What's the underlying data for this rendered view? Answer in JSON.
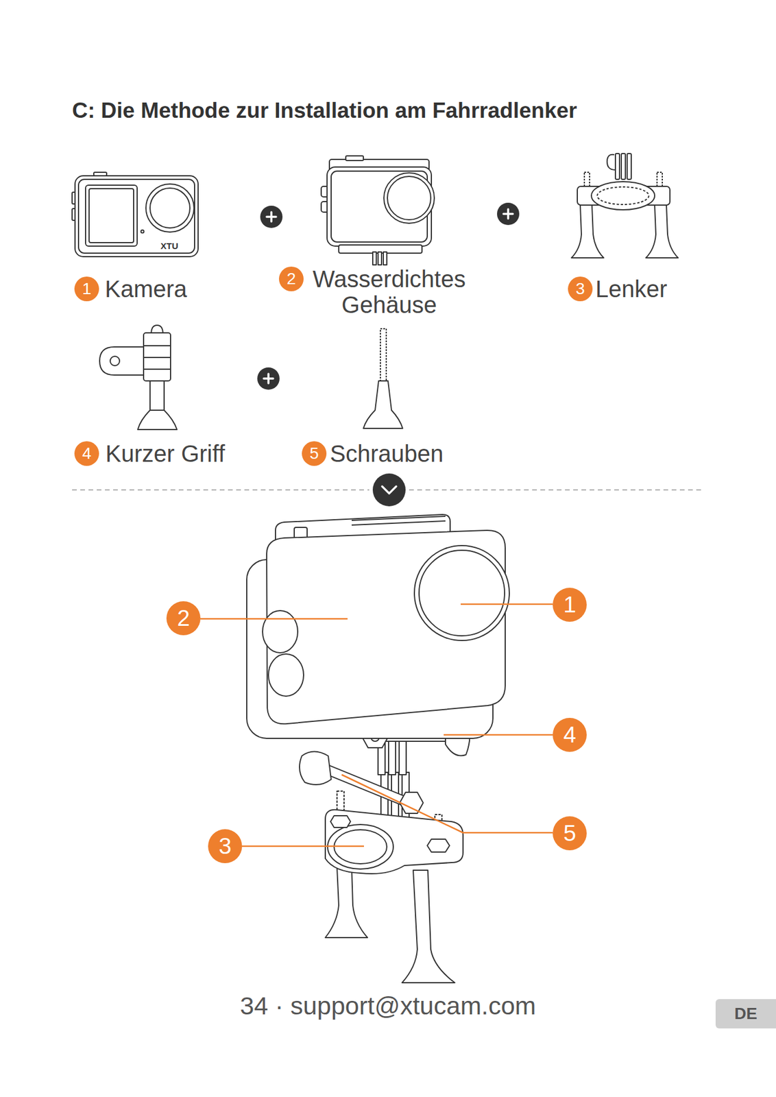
{
  "diagram": {
    "title": "C: Die Methode zur Installation am Fahrradlenker",
    "nodes": [
      {
        "text": [
          "1"
        ]
      },
      {
        "text": [
          "2"
        ]
      },
      {
        "text": [
          "3"
        ]
      },
      {
        "text": [
          "4"
        ]
      },
      {
        "text": [
          "5"
        ]
      },
      {
        "text": [
          "1"
        ]
      },
      {
        "text": [
          "2"
        ]
      },
      {
        "text": [
          "4"
        ]
      },
      {
        "text": [
          "5"
        ]
      },
      {
        "text": [
          "3"
        ]
      },
      {
        "text": [
          "DE"
        ]
      }
    ],
    "labels": [
      "XTU",
      "Kamera",
      "Wasserdichtes Gehäuse",
      "Lenker",
      "Kurzer Griff",
      "Schrauben",
      "34 · support@xtucam.com"
    ]
  }
}
